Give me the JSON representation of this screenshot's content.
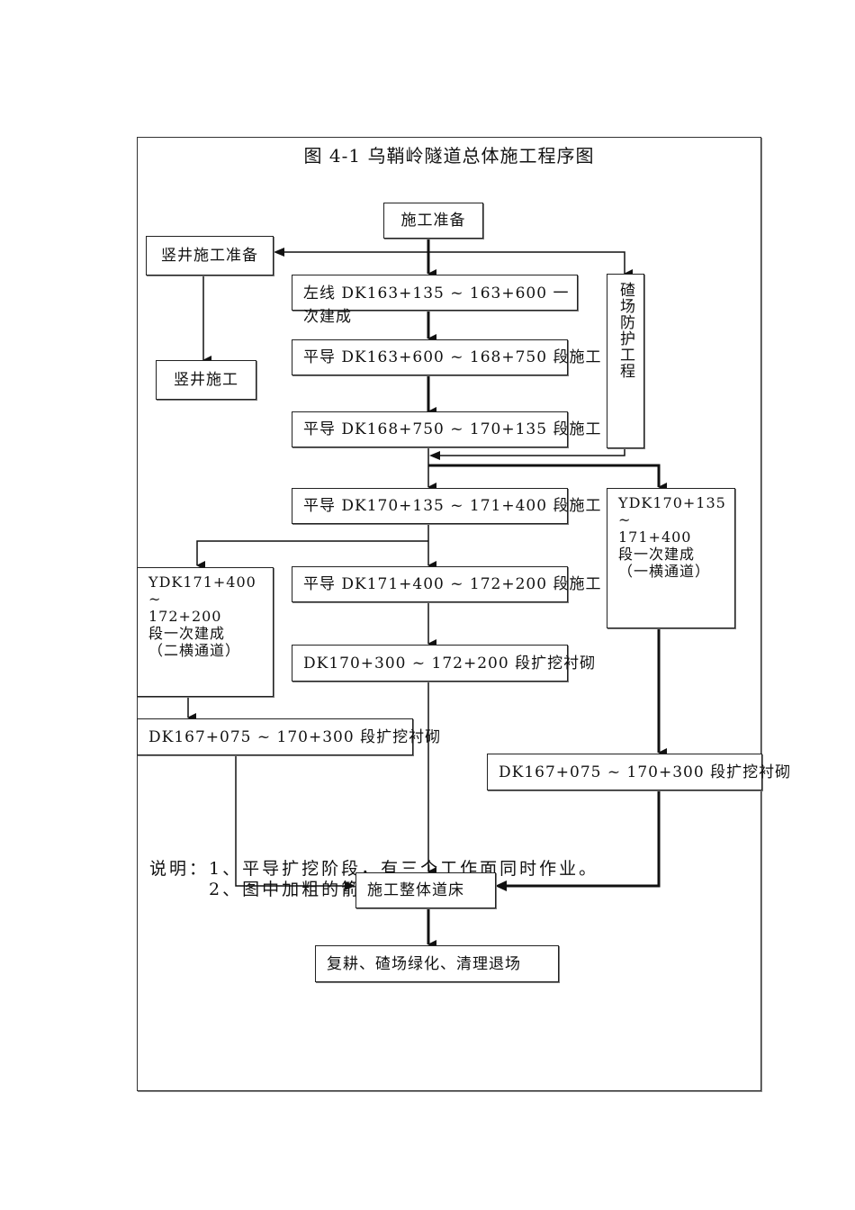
{
  "title": "图 4-1 乌鞘岭隧道总体施工程序图",
  "nodes": {
    "start": "施工准备",
    "shaft_prep": "竖井施工准备",
    "shaft_construct": "竖井施工",
    "left_line": "左线 DK163+135 ~ 163+600 一次建",
    "left_line_overflow": "成",
    "slag_protection": "碴场防护工程",
    "parallel_1": "平导 DK163+600 ~ 168+750 段施工",
    "parallel_2": "平导 DK168+750 ~ 170+135 段施工",
    "parallel_3": "平导 DK170+135 ~ 171+400 段施工",
    "parallel_4": "平导 DK171+400 ~ 172+200 段施工",
    "enlarge_mid": "DK170+300 ~ 172+200 段扩挖衬砌",
    "cross_1": {
      "line1": "YDK170+135 ~",
      "line2": "171+400",
      "line3": "段一次建成",
      "line4": "（一横通道）"
    },
    "cross_2": {
      "line1": "YDK171+400 ~",
      "line2": "172+200",
      "line3": "段一次建成",
      "line4": "（二横通道）"
    },
    "enlarge_left": "DK167+075 ~ 170+300 段扩挖衬砌",
    "enlarge_right": "DK167+075 ~ 170+300 段扩挖衬砌",
    "track_bed": "施工整体道床",
    "final": "复耕、碴场绿化、清理退场"
  },
  "notes": {
    "label": "说明：",
    "item1": "1、平导扩挖阶段，有三个工作面同时作业。",
    "item2": "2、图中加粗的箭"
  },
  "colors": {
    "line": "#111111",
    "frame": "#333333",
    "background": "#ffffff"
  }
}
